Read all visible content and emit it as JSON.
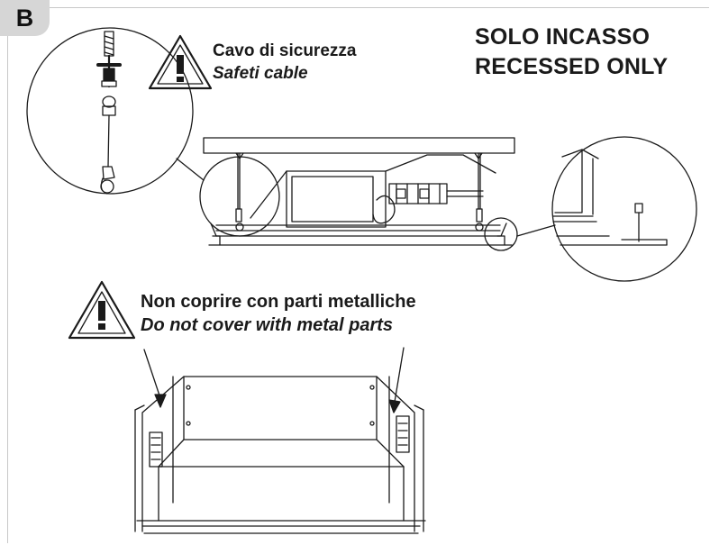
{
  "section": {
    "letter": "B"
  },
  "cable_warning": {
    "line1": "Cavo di sicurezza",
    "line2": "Safeti cable",
    "icon": "warning-triangle-icon"
  },
  "mounting_note": {
    "line1": "SOLO INCASSO",
    "line2": "RECESSED ONLY"
  },
  "metal_warning": {
    "line1": "Non coprire con parti metalliche",
    "line2": "Do not cover with metal parts",
    "icon": "warning-triangle-icon"
  },
  "colors": {
    "ink": "#1a1a1a",
    "badge": "#d6d6d6",
    "frame": "#c8c8c8"
  }
}
